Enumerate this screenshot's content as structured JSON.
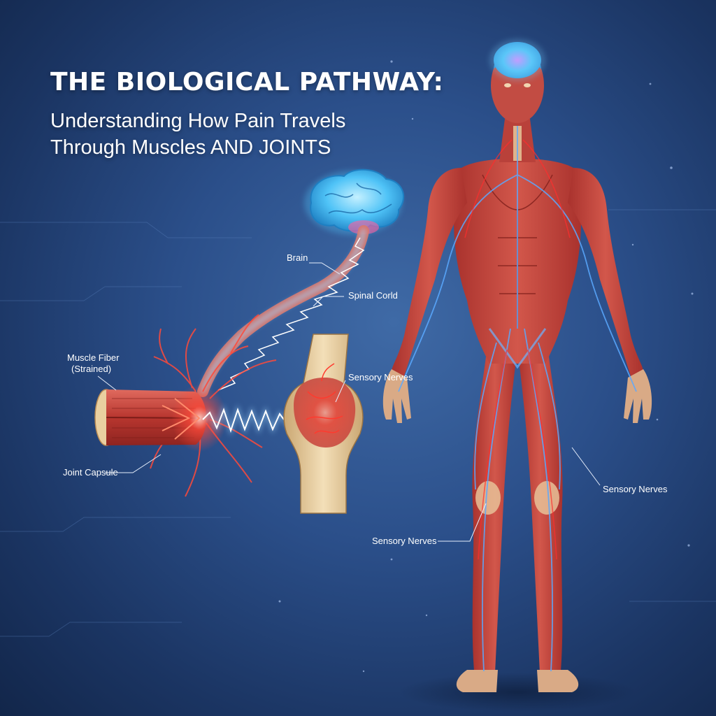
{
  "title": {
    "main": "THE BIOLOGICAL PATHWAY:",
    "subtitle": "Understanding How Pain Travels Through Muscles AND JOINTS"
  },
  "labels": {
    "brain": "Brain",
    "spinal_cord": "Spinal Corld",
    "muscle_fiber_line1": "Muscle Fiber",
    "muscle_fiber_line2": "(Strained)",
    "sensory_nerves_joint": "Sensory Nerves",
    "joint_capsule": "Joint Capsule",
    "sensory_nerves_right": "Sensory Nerves",
    "sensory_nerves_lower": "Sensory Nerves"
  },
  "icons": {
    "brain": "brain-icon",
    "spinal": "spinal-cord-icon",
    "muscle": "muscle-fiber-icon",
    "joint": "knee-joint-icon",
    "body": "human-muscle-figure"
  },
  "colors": {
    "background": "#2b4f8a",
    "muscle": "#c9443e",
    "nerve_glow": "#9fd8ff",
    "pain": "#ff4a3a",
    "bone": "#e9cfa0",
    "brain": "#4fc3f7"
  }
}
